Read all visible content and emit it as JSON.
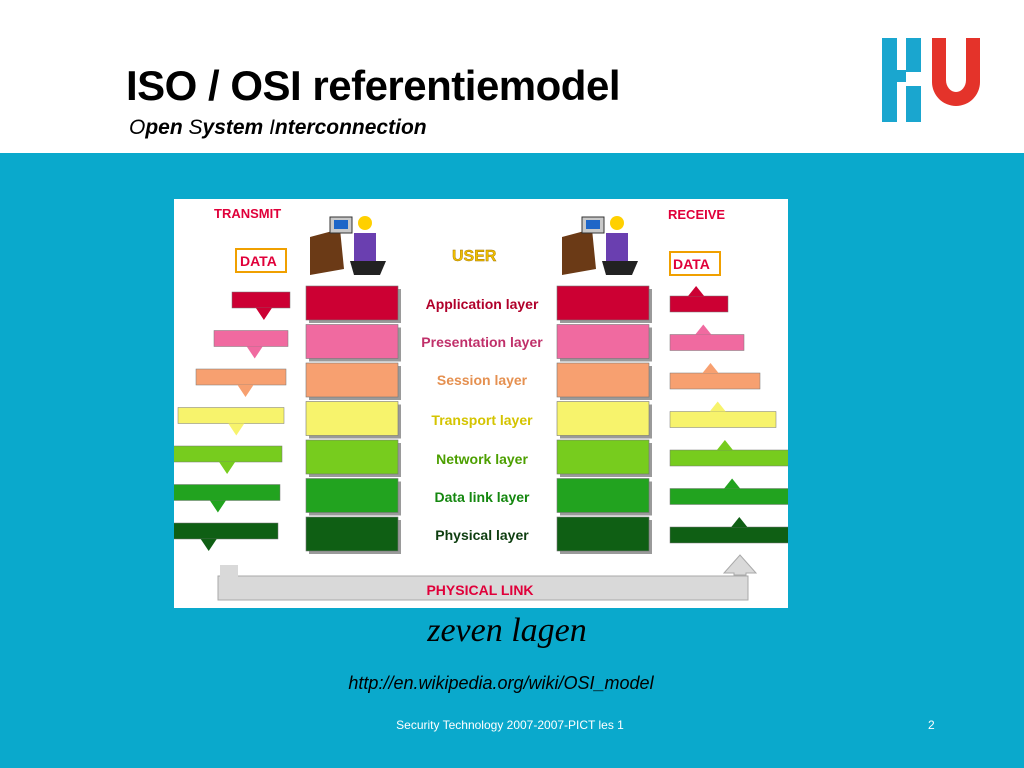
{
  "slide": {
    "title": "ISO / OSI referentiemodel",
    "subtitle": {
      "o": "O",
      "pen": "pen ",
      "s": "S",
      "ystem": "ystem ",
      "i": "I",
      "nterconnection": "nterconnection"
    },
    "caption": "zeven lagen",
    "link": "http://en.wikipedia.org/wiki/OSI_model",
    "footer": "Security Technology 2007-2007-PICT les 1",
    "page_number": "2"
  },
  "logo": {
    "text": "HU",
    "colors": {
      "h": "#1aa6cf",
      "u": "#e4332a"
    }
  },
  "diagram": {
    "transmit": "TRANSMIT",
    "receive": "RECEIVE",
    "data_left": "DATA",
    "data_right": "DATA",
    "user": "USER",
    "physical_link": "PHYSICAL LINK",
    "layers": [
      {
        "name": "Application layer",
        "color": "#cc0033",
        "text_color": "#b0002a"
      },
      {
        "name": "Presentation layer",
        "color": "#f06aa0",
        "text_color": "#c0306a"
      },
      {
        "name": "Session layer",
        "color": "#f7a070",
        "text_color": "#e59050"
      },
      {
        "name": "Transport layer",
        "color": "#f7f36c",
        "text_color": "#d4c400"
      },
      {
        "name": "Network layer",
        "color": "#77cc1e",
        "text_color": "#4c9f00"
      },
      {
        "name": "Data link layer",
        "color": "#22a31f",
        "text_color": "#14870f"
      },
      {
        "name": "Physical layer",
        "color": "#0f5f14",
        "text_color": "#0e3e10"
      }
    ]
  },
  "colors": {
    "band": "#0aa9cc",
    "label_red": "#e0003a"
  }
}
